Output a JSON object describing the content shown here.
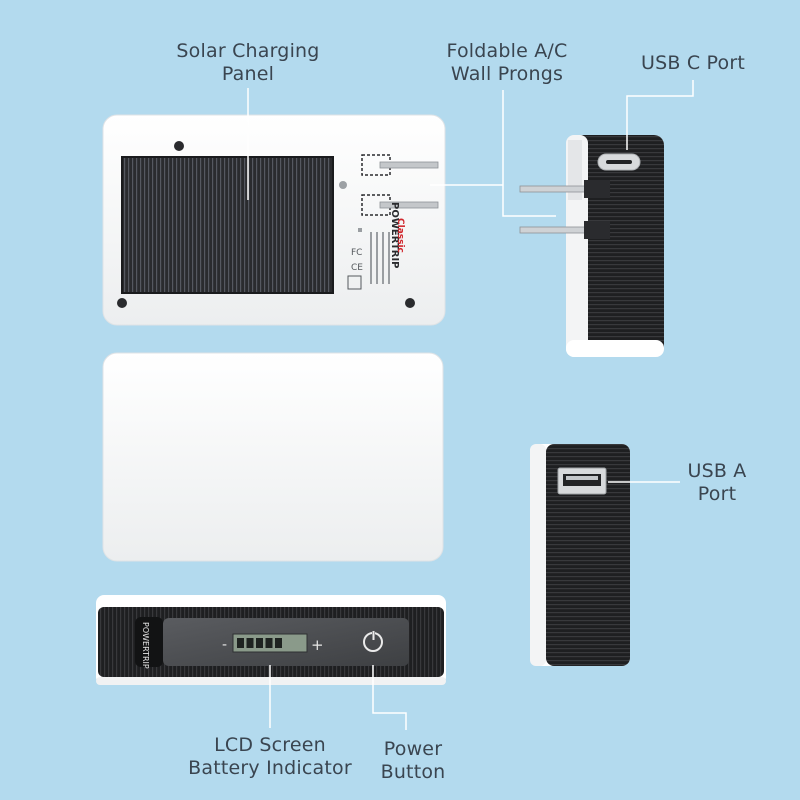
{
  "callouts": {
    "solar_panel": [
      "Solar Charging",
      "Panel"
    ],
    "prongs": [
      "Foldable A/C",
      "Wall Prongs"
    ],
    "usb_c": "USB C Port",
    "usb_a": [
      "USB A",
      "Port"
    ],
    "lcd": [
      "LCD Screen",
      "Battery Indicator"
    ],
    "power_button": [
      "Power",
      "Button"
    ]
  },
  "device_text": {
    "brand": "POWERTRIP",
    "model": "Classic",
    "edge_brand": "POWERTRIP",
    "lcd_minus": "-",
    "lcd_plus": "+",
    "cert_ce": "CE",
    "cert_fc": "FC"
  },
  "lcd": {
    "bars_filled": 5,
    "bars_total": 5
  },
  "colors": {
    "background": "#b3daee",
    "device_white": "#ffffff",
    "device_black": "#1f1f21",
    "panel_dark": "#2b2c2f",
    "control_panel": "#4b4d50",
    "leader_line": "#ffffff",
    "text": "#3a4550",
    "brand_red": "#d0262c"
  }
}
